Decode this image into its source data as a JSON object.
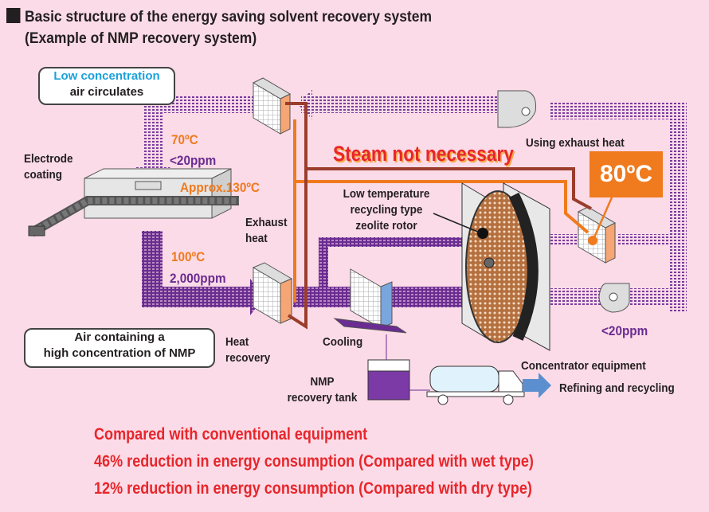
{
  "title": {
    "line1": "Basic structure of the energy saving solvent recovery system",
    "line2": "(Example of NMP recovery system)"
  },
  "callouts": {
    "low_conc_line1": "Low concentration",
    "low_conc_line2": "air circulates",
    "high_conc_line1": "Air containing a",
    "high_conc_line2": "high concentration of NMP"
  },
  "labels": {
    "electrode_line1": "Electrode",
    "electrode_line2": "coating",
    "exhaust_heat_line1": "Exhaust",
    "exhaust_heat_line2": "heat",
    "heat_recovery_line1": "Heat",
    "heat_recovery_line2": "recovery",
    "cooling": "Cooling",
    "nmp_tank_line1": "NMP",
    "nmp_tank_line2": "recovery tank",
    "rotor_line1": "Low temperature",
    "rotor_line2": "recycling type",
    "rotor_line3": "zeolite rotor",
    "using_exhaust_heat": "Using exhaust heat",
    "concentrator": "Concentrator equipment",
    "refining": "Refining and recycling",
    "steam": "Steam not necessary"
  },
  "readings": {
    "supply_temp": "70ºC",
    "supply_ppm": "<20ppm",
    "oven_temp": "Approx.130ºC",
    "exhaust_temp": "100ºC",
    "exhaust_ppm": "2,000ppm",
    "outlet_ppm": "<20ppm",
    "regen_temp": "80ºC"
  },
  "results": {
    "line1": "Compared with conventional equipment",
    "line2": "46% reduction in energy consumption (Compared with wet type)",
    "line3": "12% reduction in energy consumption (Compared with dry type)"
  },
  "colors": {
    "background": "#fbdbe7",
    "air_flow": "#6a2c91",
    "hot_line": "#f07a1e",
    "return_line": "#9b3d2c",
    "alert_text": "#e8262b",
    "cooling_coil": "#5b8fd0"
  }
}
